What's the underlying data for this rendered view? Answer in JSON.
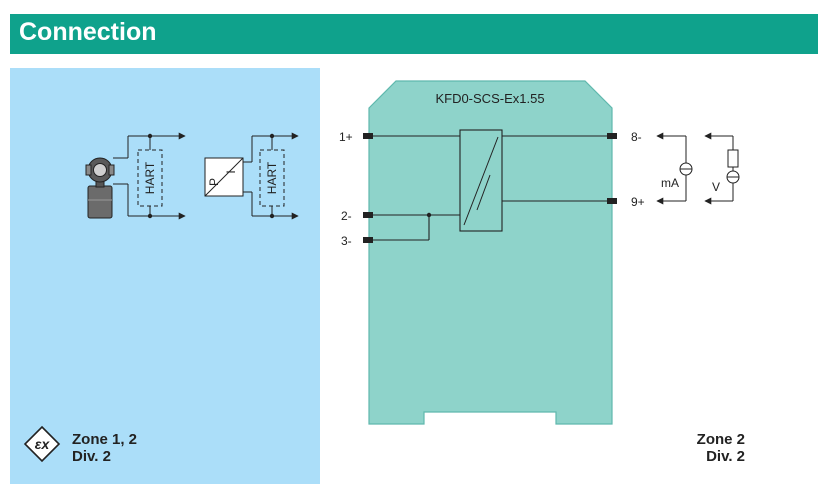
{
  "header": {
    "title": "Connection"
  },
  "module": {
    "label": "KFD0-SCS-Ex1.55",
    "body_color": "#8ed3ca",
    "outline_color": "#5fb8ad"
  },
  "terminals": {
    "t1": "1+",
    "t2": "2-",
    "t3": "3-",
    "t8": "8-",
    "t9": "9+"
  },
  "field_devices": {
    "hart_label_1": "HART",
    "hart_label_2": "HART",
    "transmitter_p": "P",
    "transmitter_i": "I"
  },
  "loads": {
    "current_label": "mA",
    "voltage_label": "V"
  },
  "zones": {
    "left_line1": "Zone 1, 2",
    "left_line2": "Div. 2",
    "right_line1": "Zone 2",
    "right_line2": "Div. 2"
  },
  "colors": {
    "header": "#0fa28c",
    "hazard_area": "#abdef9",
    "lines": "#222222"
  },
  "icons": [
    "ex-marking-icon",
    "hart-transmitter-icon",
    "pressure-transmitter-icon",
    "current-meter-icon",
    "voltage-meter-icon"
  ]
}
